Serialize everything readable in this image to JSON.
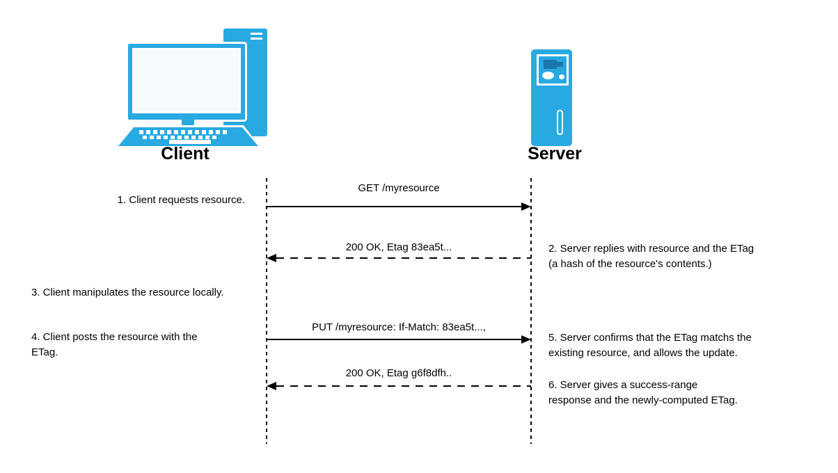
{
  "diagram": {
    "type": "sequence",
    "topic": "HTTP ETag request/response flow"
  },
  "actors": {
    "client": {
      "label": "Client",
      "icon": "desktop-computer-icon"
    },
    "server": {
      "label": "Server",
      "icon": "server-tower-icon"
    }
  },
  "messages": [
    {
      "label": "GET /myresource",
      "style": "solid",
      "direction": "client-to-server"
    },
    {
      "label": "200 OK, Etag 83ea5t...",
      "style": "dashed",
      "direction": "server-to-client"
    },
    {
      "label": "PUT /myresource: If-Match: 83ea5t...,",
      "style": "solid",
      "direction": "client-to-server"
    },
    {
      "label": "200 OK, Etag g6f8dfh..",
      "style": "dashed",
      "direction": "server-to-client"
    }
  ],
  "annotations": {
    "left": [
      {
        "text": "1. Client requests resource."
      },
      {
        "text": "3. Client manipulates the resource locally."
      },
      {
        "text": "4. Client posts the resource with the\nETag."
      }
    ],
    "right": [
      {
        "text": "2. Server replies with resource and the ETag\n(a hash of the resource's contents.)"
      },
      {
        "text": "5. Server confirms that the ETag matchs the\nexisting resource, and allows the update."
      },
      {
        "text": "6.  Server gives a success-range\nresponse and the newly-computed ETag."
      }
    ]
  },
  "colors": {
    "icon_blue": "#29a9e1",
    "icon_dark_blue": "#1b76ad",
    "line": "#000000",
    "background": "#ffffff"
  }
}
